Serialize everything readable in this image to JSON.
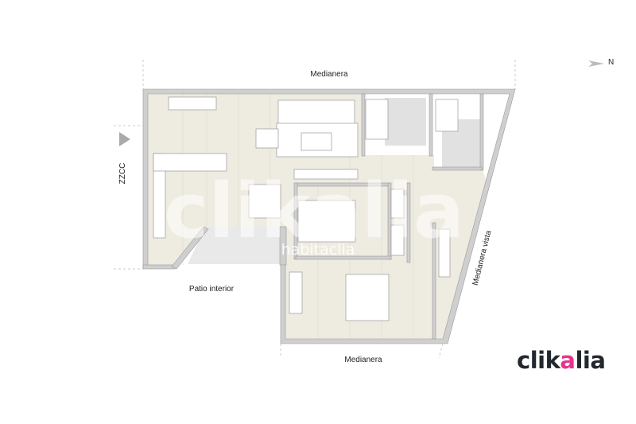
{
  "labels": {
    "top": "Medianera",
    "left": "ZZCC",
    "patio": "Patio interior",
    "bottom": "Medianera",
    "right": "Medianera vista",
    "north": "N"
  },
  "watermark": {
    "main": "clikalia",
    "secondary": "habitaclia"
  },
  "logo": {
    "text_before": "clik",
    "text_accent": "a",
    "text_after": "lia",
    "accent_color": "#e6348c",
    "color": "#23272e"
  },
  "colors": {
    "wall": "#cfcfcf",
    "floor": "#eeebe1",
    "bathroom": "#e1e1e1",
    "outline": "#9a9a9a"
  }
}
